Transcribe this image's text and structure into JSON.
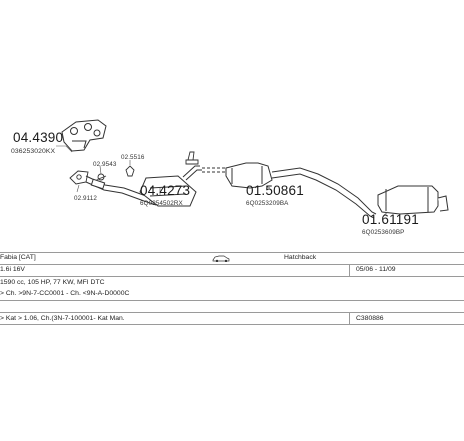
{
  "parts": {
    "manifold": {
      "number": "04.4390",
      "oem": "036253020KX"
    },
    "mount1": {
      "number": "02.9543"
    },
    "mount2": {
      "number": "02.5516"
    },
    "gasket": {
      "number": "02.9112"
    },
    "catalyst": {
      "number": "04.4273",
      "oem": "6Q0254502RX"
    },
    "middle": {
      "number": "01.50861",
      "oem": "6Q0253209BA"
    },
    "rear": {
      "number": "01.61191",
      "oem": "6Q0253609BP"
    }
  },
  "info": {
    "model": "Fabia [CAT]",
    "body": "Hatchback",
    "engine": "1.6i 16V",
    "dates": "05/06 - 11/09",
    "spec": "1590 cc, 105 HP, 77 KW, MFI DTC",
    "chassis": "> Ch. >9N-7-CC0001 - Ch. <9N-A-D0000C",
    "note": "> Kat > 1.06, Ch.(3N-7-100001- Kat Man.",
    "code": "C380886"
  }
}
